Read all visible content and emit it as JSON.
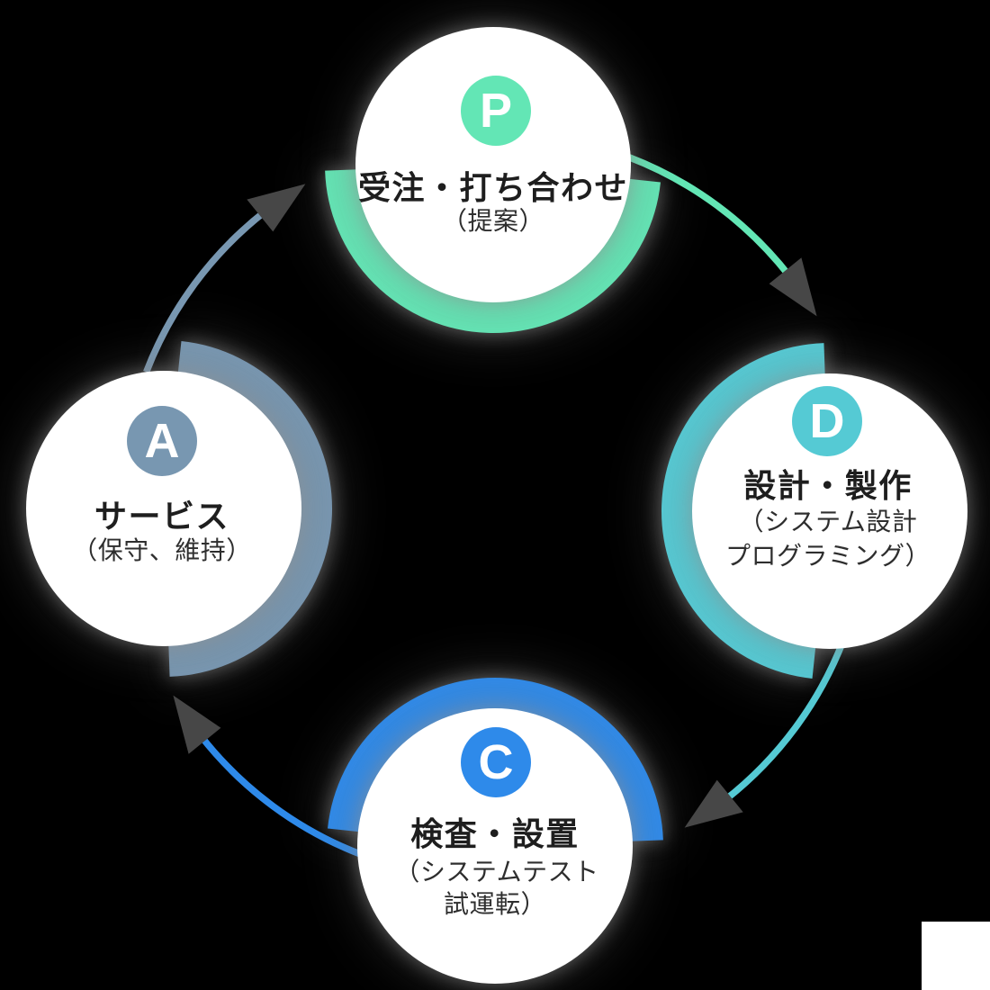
{
  "diagram": {
    "type": "pdca-cycle",
    "background_color": "#000000",
    "node_circle_color": "#ffffff",
    "arrow_head_color": "#474747",
    "nodes": [
      {
        "id": "plan",
        "letter": "P",
        "title": "受注・打ち合わせ",
        "subtitle_lines": [
          "（提案）"
        ],
        "color": "#63E6B5"
      },
      {
        "id": "do",
        "letter": "D",
        "title": "設計・製作",
        "subtitle_lines": [
          "（システム設計",
          "プログラミング）"
        ],
        "color": "#55CAD4"
      },
      {
        "id": "check",
        "letter": "C",
        "title": "検査・設置",
        "subtitle_lines": [
          "（システムテスト",
          "試運転）"
        ],
        "color": "#2E8AEA"
      },
      {
        "id": "act",
        "letter": "A",
        "title": "サービス",
        "subtitle_lines": [
          "（保守、維持）"
        ],
        "color": "#7897B1"
      }
    ],
    "arrows": [
      {
        "from": "P",
        "to": "D",
        "color": "#63E6B5"
      },
      {
        "from": "D",
        "to": "C",
        "color": "#55CAD4"
      },
      {
        "from": "C",
        "to": "A",
        "color": "#2E8AEA"
      },
      {
        "from": "A",
        "to": "P",
        "color": "#7897B1"
      }
    ]
  }
}
